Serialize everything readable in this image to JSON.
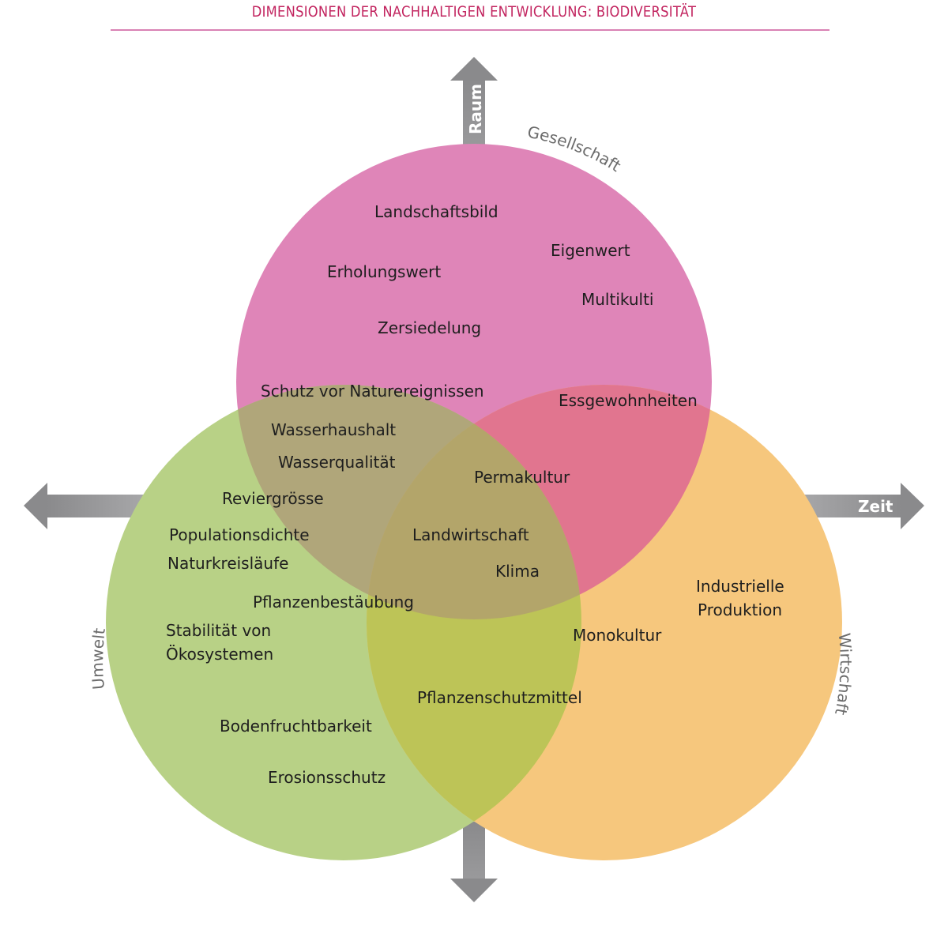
{
  "title": "DIMENSIONEN DER NACHHALTIGEN ENTWICKLUNG: BIODIVERSITÄT",
  "colors": {
    "title": "#c2245f",
    "title_rule": "#d982b4",
    "gesellschaft": "#df85b8",
    "umwelt": "#b8d186",
    "wirtschaft": "#f6c77d",
    "gesellschaft_umwelt": "#b0a67a",
    "gesellschaft_wirtschaft": "#e1758f",
    "umwelt_wirtschaft": "#bdc457",
    "all_three": "#b3a56a",
    "arrow": "#8a8a8c",
    "dimension_label": "#6b6b6b",
    "item_text": "#1e1e1e"
  },
  "axes": {
    "up": "Raum",
    "right": "Zeit",
    "left": "",
    "down": ""
  },
  "dimensions": {
    "gesellschaft": "Gesellschaft",
    "umwelt": "Umwelt",
    "wirtschaft": "Wirtschaft"
  },
  "items": {
    "gesellschaft": [
      "Landschaftsbild",
      "Eigenwert",
      "Erholungswert",
      "Multikulti",
      "Zersiedelung"
    ],
    "gesellschaft_umwelt": [
      "Schutz vor Naturereignissen",
      "Wasserhaushalt",
      "Wasserqualität"
    ],
    "gesellschaft_wirtschaft": [
      "Essgewohnheiten"
    ],
    "all_three": [
      "Permakultur",
      "Landwirtschaft",
      "Klima"
    ],
    "umwelt": [
      "Reviergrösse",
      "Populationsdichte",
      "Naturkreisläufe",
      "Pflanzenbestäubung",
      "Stabilität von",
      "Ökosystemen",
      "Bodenfruchtbarkeit",
      "Erosionsschutz"
    ],
    "umwelt_wirtschaft": [
      "Pflanzenschutzmittel"
    ],
    "wirtschaft": [
      "Industrielle",
      "Produktion",
      "Monokultur"
    ]
  }
}
